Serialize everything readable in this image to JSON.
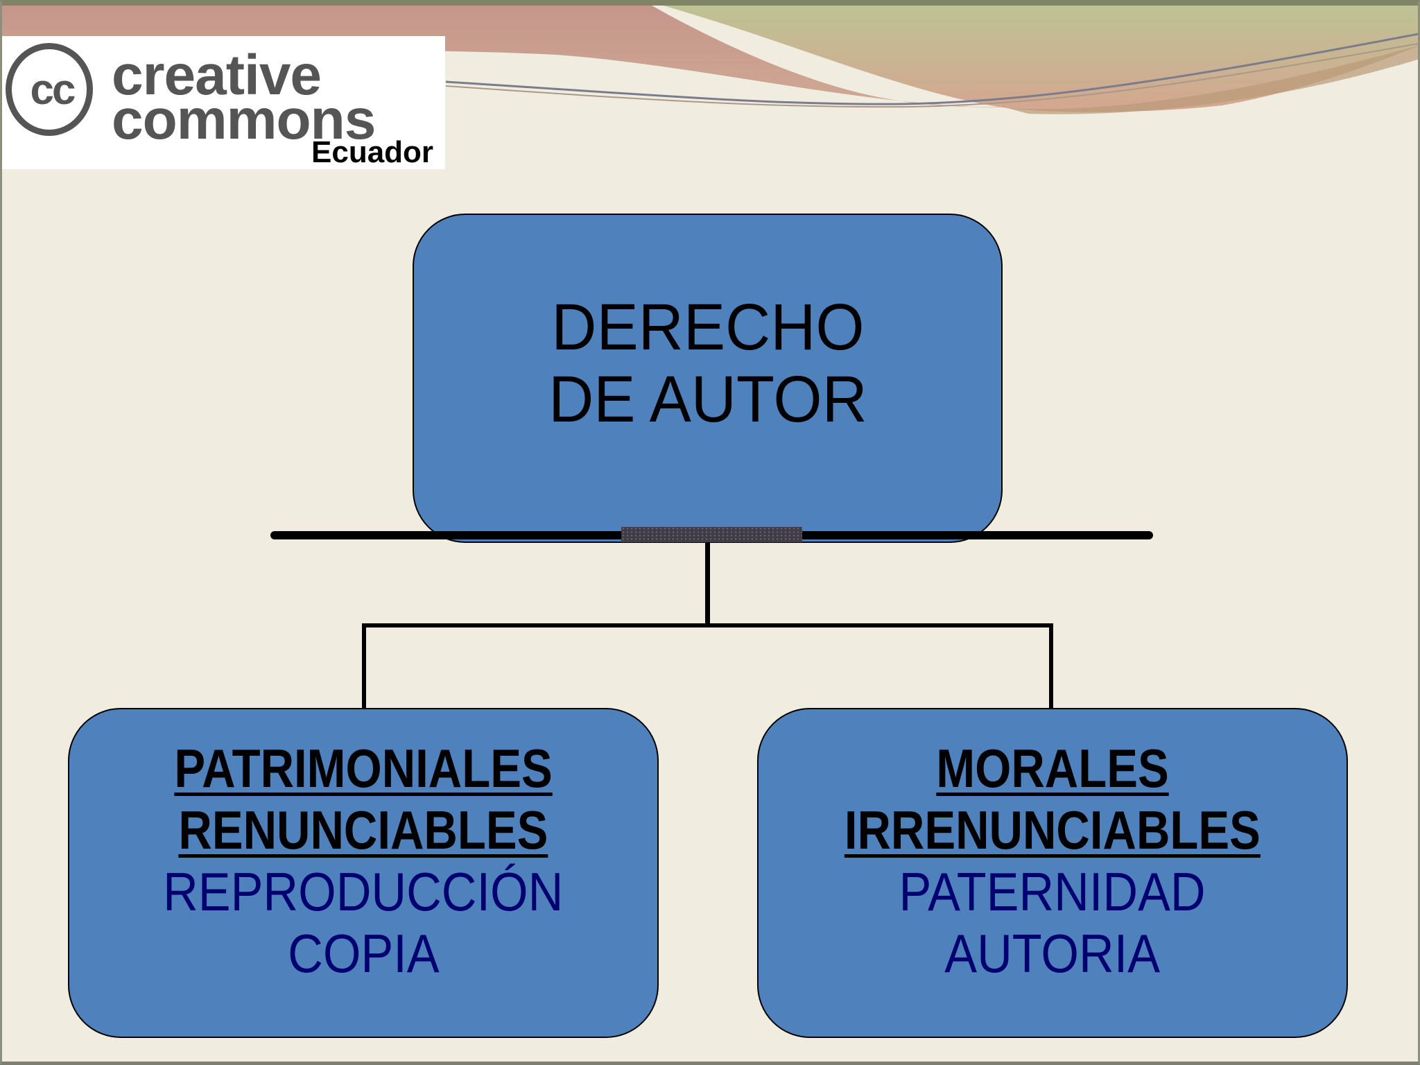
{
  "logo": {
    "badge": "cc",
    "line1": "creative",
    "line2": "commons",
    "line3": "Ecuador"
  },
  "diagram": {
    "root": {
      "lines": [
        "DERECHO",
        "DE AUTOR"
      ]
    },
    "children": [
      {
        "heading_lines": [
          "PATRIMONIALES",
          "RENUNCIABLES"
        ],
        "items": [
          "REPRODUCCIÓN",
          "COPIA"
        ]
      },
      {
        "heading_lines": [
          "MORALES",
          "IRRENUNCIABLES"
        ],
        "items": [
          "PATERNIDAD",
          "AUTORIA"
        ]
      }
    ]
  },
  "colors": {
    "box_fill": "#4f81bd",
    "box_border": "#000000",
    "item_text": "#000070",
    "background": "#f1ece0",
    "wave_pink": "#c9978a",
    "wave_green": "#b9bf8f"
  }
}
